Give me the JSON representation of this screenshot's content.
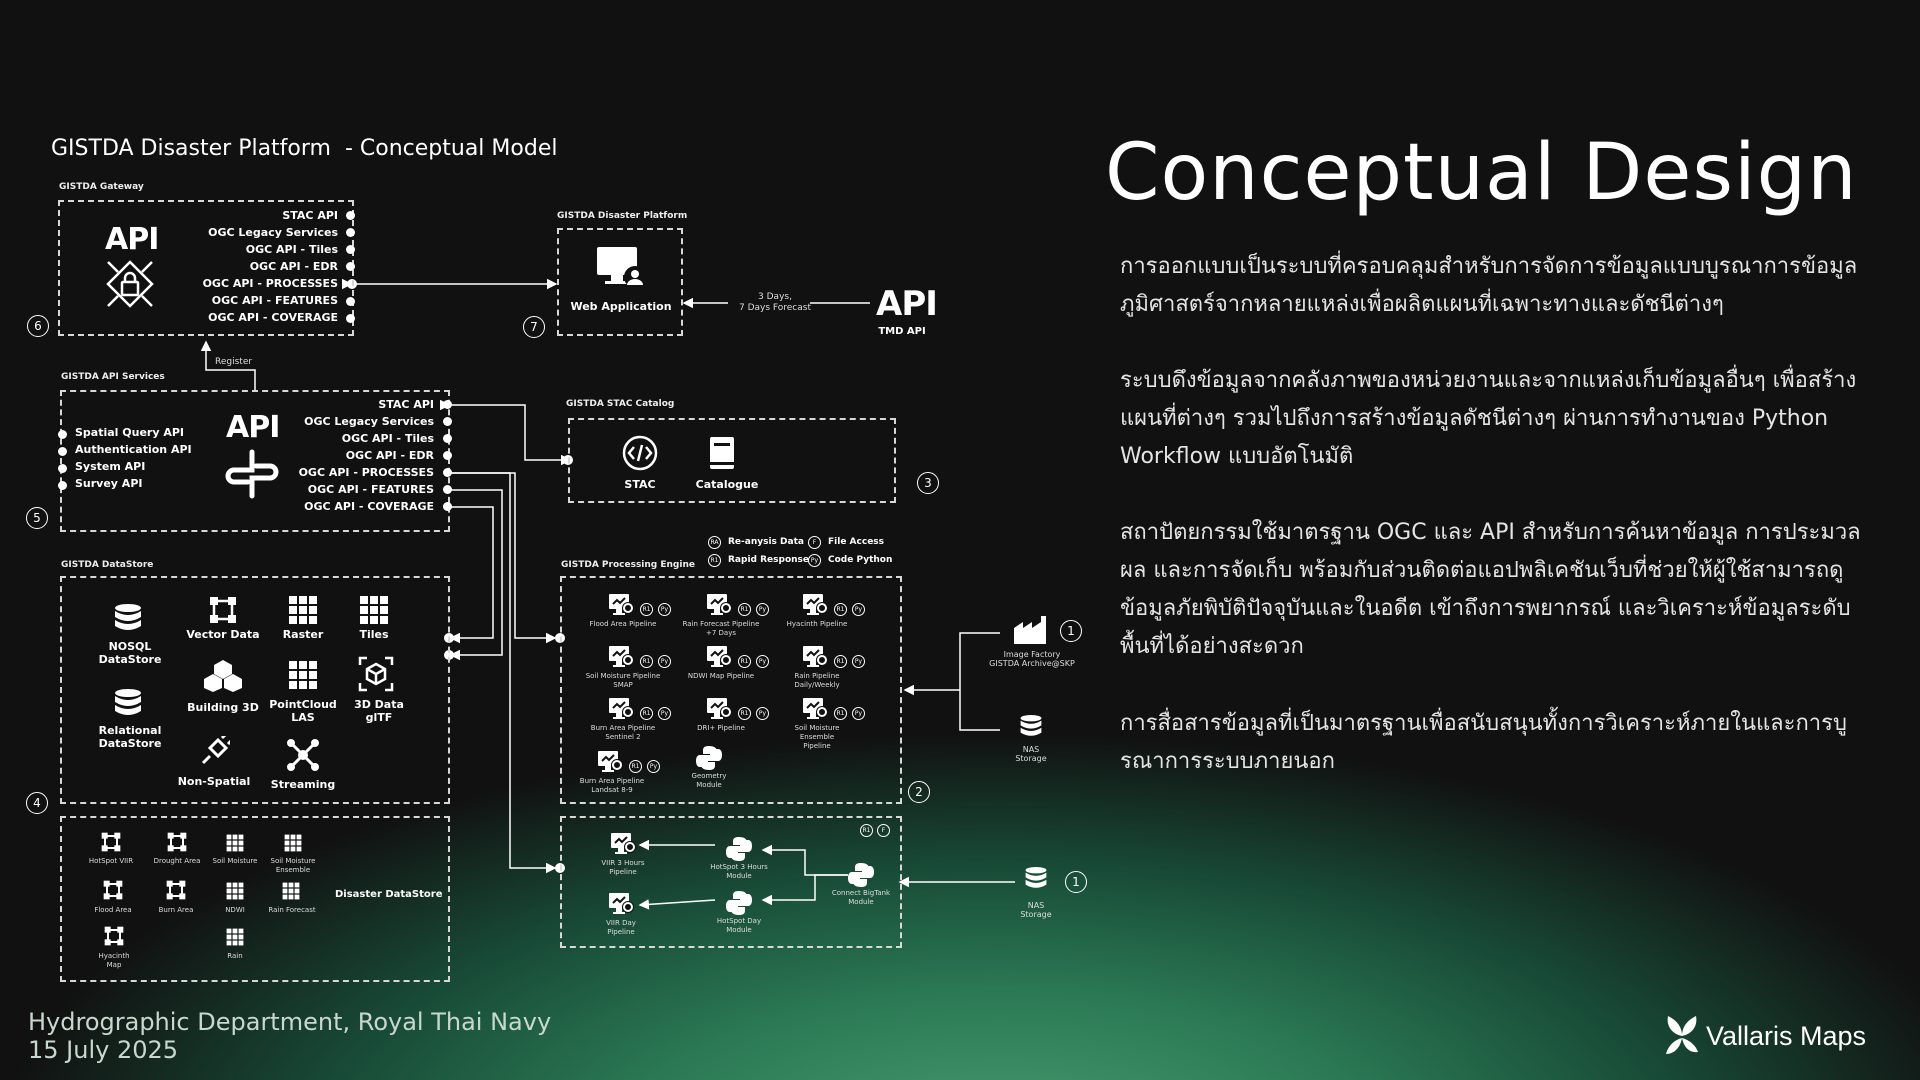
{
  "diagram": {
    "title": "GISTDA Disaster Platform  - Conceptual Model",
    "gateway": {
      "section": "GISTDA Gateway",
      "api_label": "API",
      "endpoints": [
        "STAC API",
        "OGC Legacy Services",
        "OGC API - Tiles",
        "OGC API - EDR",
        "OGC API - PROCESSES",
        "OGC API - FEATURES",
        "OGC API - COVERAGE"
      ],
      "number": "6",
      "register": "Register"
    },
    "platform": {
      "section": "GISTDA Disaster Platform",
      "web_app": "Web Application",
      "number": "7",
      "forecast": "3 Days,\n7 Days Forecast",
      "tmd_api": "API",
      "tmd_label": "TMD API"
    },
    "api_services": {
      "section": "GISTDA API Services",
      "api_label": "API",
      "left_items": [
        "Spatial Query API",
        "Authentication API",
        "System API",
        "Survey API"
      ],
      "endpoints": [
        "STAC API",
        "OGC Legacy Services",
        "OGC API - Tiles",
        "OGC API - EDR",
        "OGC API - PROCESSES",
        "OGC API - FEATURES",
        "OGC API - COVERAGE"
      ],
      "number": "5"
    },
    "stac": {
      "section": "GISTDA STAC Catalog",
      "items": [
        "STAC",
        "Catalogue"
      ],
      "number": "3"
    },
    "datastore": {
      "section": "GISTDA DataStore",
      "items": [
        "NOSQL\nDataStore",
        "Vector Data",
        "Raster",
        "Tiles",
        "Relational\nDataStore",
        "Building 3D",
        "PointCloud\nLAS",
        "3D Data\nglTF",
        "Non-Spatial",
        "Streaming"
      ],
      "number": "4"
    },
    "disaster_store": {
      "label": "Disaster DataStore",
      "items": [
        "HotSpot VIIR",
        "Drought Area",
        "Soil Moisture",
        "Soil Moisture\nEnsemble",
        "Flood Area",
        "Burn Area",
        "NDWI",
        "Rain Forecast",
        "Hyacinth\nMap",
        "Rain"
      ]
    },
    "legend": {
      "items": [
        "Re-anysis Data",
        "File Access",
        "Rapid Response",
        "Code Python"
      ],
      "codes": [
        "RA",
        "F",
        "R1",
        "Py"
      ]
    },
    "processing": {
      "section": "GISTDA Processing Engine",
      "pipelines": [
        "Flood Area Pipeline",
        "Rain Forecast Pipeline\n+7 Days",
        "Hyacinth Pipeline",
        "Soil Moisture Pipeline\nSMAP",
        "NDWI Map Pipeline",
        "Rain Pipeline\nDaily/Weekly",
        "Burn Area Pipeline\nSentinel 2",
        "DRI+ Pipeline",
        "Soil Moisture\nEnsemble\nPipeline",
        "Burn Area Pipeline\nLandsat 8-9",
        "Geometry\nModule"
      ],
      "number": "2"
    },
    "hotspot": {
      "items": [
        "VIIR 3 Hours\nPipeline",
        "HotSpot 3 Hours\nModule",
        "Connect BigTank\nModule",
        "VIIR Day\nPipeline",
        "HotSpot Day\nModule"
      ]
    },
    "sources": {
      "image_factory": "Image Factory\nGISTDA Archive@SKP",
      "nas": "NAS\nStorage",
      "nas2": "NAS\nStorage",
      "number1": "1",
      "number1b": "1"
    }
  },
  "slide": {
    "heading": "Conceptual Design",
    "paragraphs": [
      "การออกแบบเป็นระบบที่ครอบคลุมสำหรับการจัดการข้อมูลแบบบูรณาการข้อมูลภูมิศาสตร์จากหลายแหล่งเพื่อผลิตแผนที่เฉพาะทางและดัชนีต่างๆ",
      "ระบบดึงข้อมูลจากคลังภาพของหน่วยงานและจากแหล่งเก็บข้อมูลอื่นๆ เพื่อสร้างแผนที่ต่างๆ รวมไปถึงการสร้างข้อมูลดัชนีต่างๆ ผ่านการทำงานของ Python Workflow แบบอัตโนมัติ",
      "สถาปัตยกรรมใช้มาตรฐาน OGC และ API สำหรับการค้นหาข้อมูล การประมวลผล และการจัดเก็บ พร้อมกับส่วนติดต่อแอปพลิเคชันเว็บที่ช่วยให้ผู้ใช้สามารถดูข้อมูลภัยพิบัติปัจจุบันและในอดีต เข้าถึงการพยากรณ์ และวิเคราะห์ข้อมูลระดับพื้นที่ได้อย่างสะดวก",
      "การสื่อสารข้อมูลที่เป็นมาตรฐานเพื่อสนับสนุนทั้งการวิเคราะห์ภายในและการบูรณาการระบบภายนอก"
    ],
    "footer_org": "Hydrographic Department, Royal Thai Navy",
    "footer_date": "15 July 2025",
    "brand": "Vallaris Maps"
  }
}
